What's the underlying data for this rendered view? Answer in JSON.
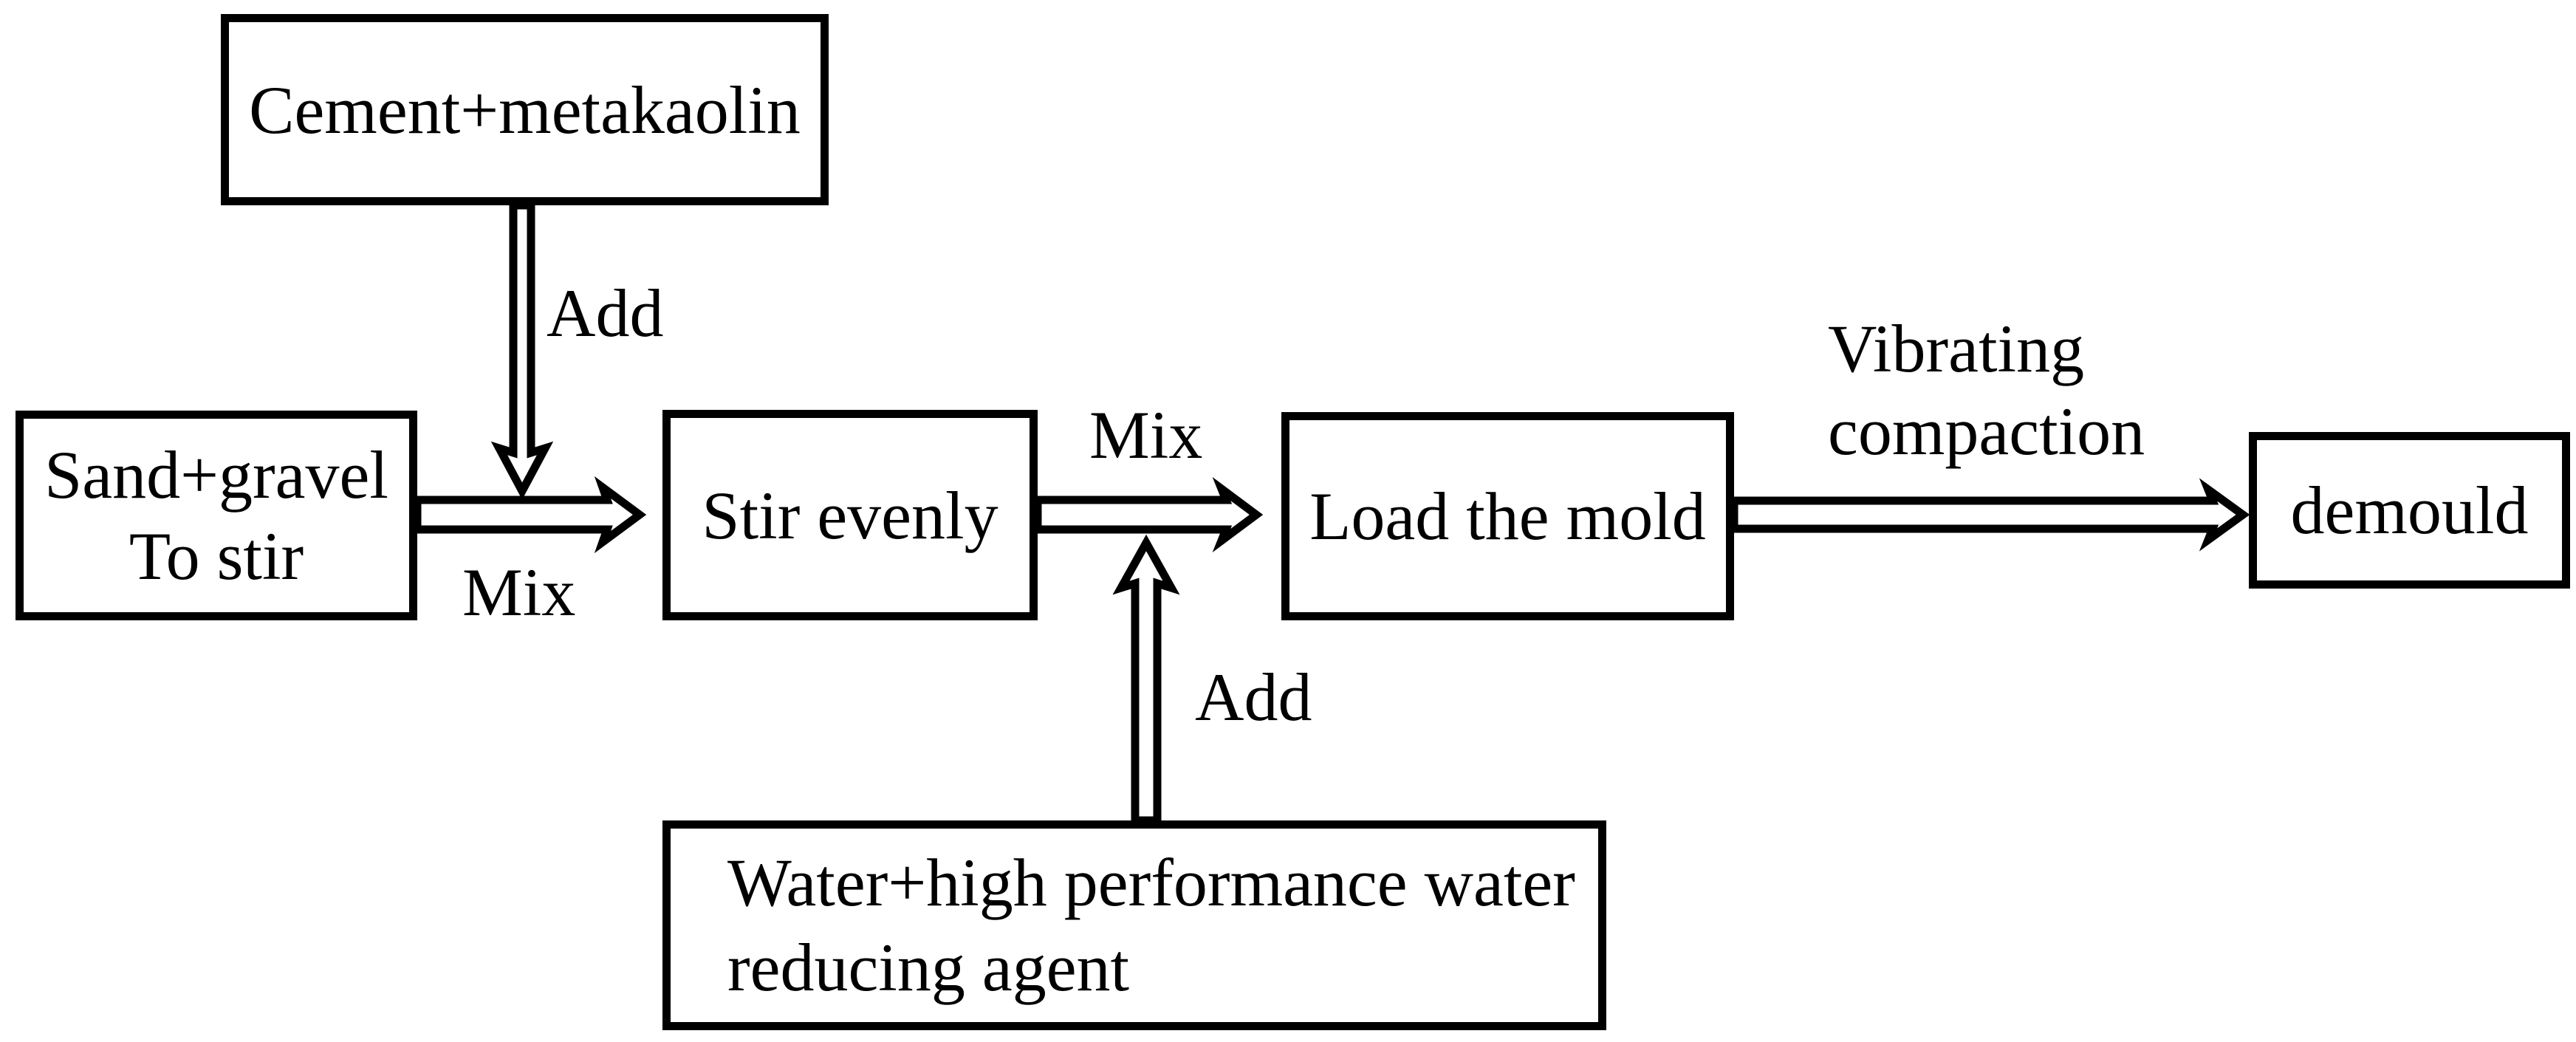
{
  "canvas": {
    "background": "#ffffff",
    "ink": "#000000"
  },
  "nodes": {
    "cement": {
      "label": "Cement+metakaolin"
    },
    "sand": {
      "lines": [
        "Sand+gravel",
        "To stir"
      ]
    },
    "stir": {
      "label": "Stir evenly"
    },
    "load": {
      "label": "Load the mold"
    },
    "demould": {
      "label": "demould"
    },
    "water": {
      "lines": [
        "Water+high performance water",
        "reducing agent"
      ]
    }
  },
  "edge_labels": {
    "add_top": "Add",
    "mix_bottom": "Mix",
    "mix_top": "Mix",
    "add_right": "Add",
    "vibrating": {
      "lines": [
        "Vibrating",
        "compaction"
      ]
    }
  }
}
